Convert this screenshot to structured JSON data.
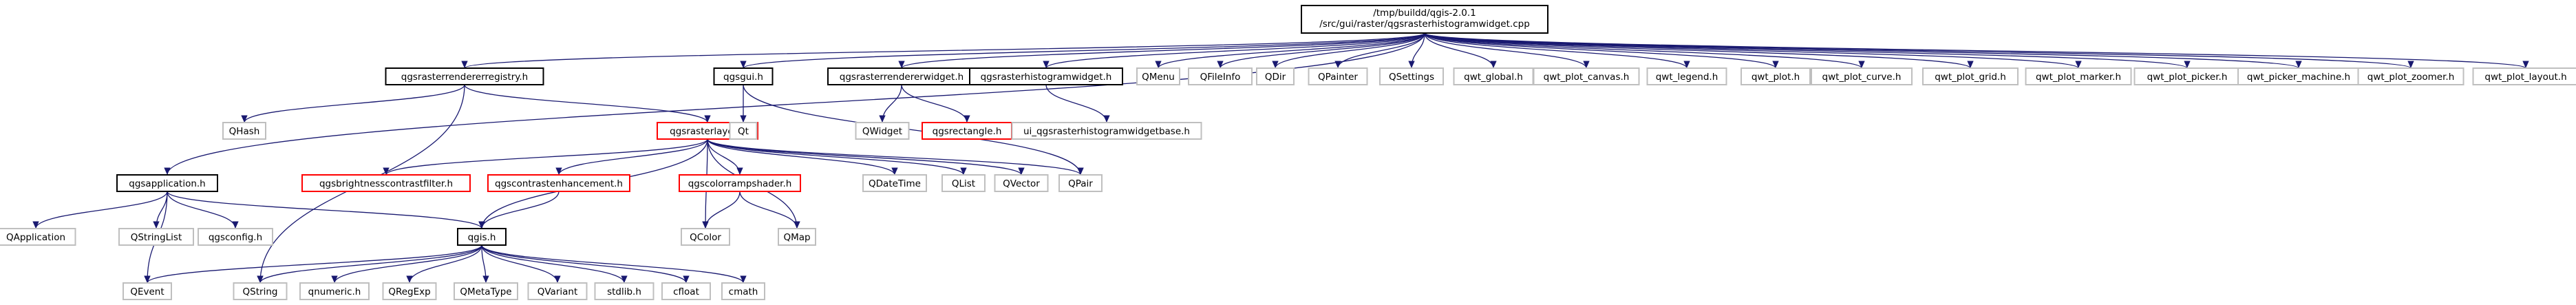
{
  "graph": {
    "root": {
      "lines": [
        "/tmp/buildd/qgis-2.0.1",
        "/src/gui/raster/qgsrasterhistogramwidget.cpp"
      ]
    },
    "colors": {
      "documented_border": "#000000",
      "undocumented_border": "#bfbfbf",
      "missing_border": "#ff0000",
      "root_fill": "#bfbfbf",
      "edge": "#191970"
    },
    "nodes": [
      {
        "id": "qgsrasterrendererregistry",
        "label": "qgsrasterrendererregistry.h",
        "kind": "documented"
      },
      {
        "id": "qgsgui",
        "label": "qgsgui.h",
        "kind": "documented"
      },
      {
        "id": "qgsrasterrendererwidget",
        "label": "qgsrasterrendererwidget.h",
        "kind": "documented"
      },
      {
        "id": "qgsrasterhistogramwidget",
        "label": "qgsrasterhistogramwidget.h",
        "kind": "documented"
      },
      {
        "id": "QMenu",
        "label": "QMenu",
        "kind": "undocumented"
      },
      {
        "id": "QFileInfo",
        "label": "QFileInfo",
        "kind": "undocumented"
      },
      {
        "id": "QDir",
        "label": "QDir",
        "kind": "undocumented"
      },
      {
        "id": "QPainter",
        "label": "QPainter",
        "kind": "undocumented"
      },
      {
        "id": "QSettings",
        "label": "QSettings",
        "kind": "undocumented"
      },
      {
        "id": "qwt_global",
        "label": "qwt_global.h",
        "kind": "undocumented"
      },
      {
        "id": "qwt_plot_canvas",
        "label": "qwt_plot_canvas.h",
        "kind": "undocumented"
      },
      {
        "id": "qwt_legend",
        "label": "qwt_legend.h",
        "kind": "undocumented"
      },
      {
        "id": "qwt_plot",
        "label": "qwt_plot.h",
        "kind": "undocumented"
      },
      {
        "id": "qwt_plot_curve",
        "label": "qwt_plot_curve.h",
        "kind": "undocumented"
      },
      {
        "id": "qwt_plot_grid",
        "label": "qwt_plot_grid.h",
        "kind": "undocumented"
      },
      {
        "id": "qwt_plot_marker",
        "label": "qwt_plot_marker.h",
        "kind": "undocumented"
      },
      {
        "id": "qwt_plot_picker",
        "label": "qwt_plot_picker.h",
        "kind": "undocumented"
      },
      {
        "id": "qwt_picker_machine",
        "label": "qwt_picker_machine.h",
        "kind": "undocumented"
      },
      {
        "id": "qwt_plot_zoomer",
        "label": "qwt_plot_zoomer.h",
        "kind": "undocumented"
      },
      {
        "id": "qwt_plot_layout",
        "label": "qwt_plot_layout.h",
        "kind": "undocumented"
      },
      {
        "id": "QHash",
        "label": "QHash",
        "kind": "undocumented"
      },
      {
        "id": "qgsrasterlayer",
        "label": "qgsrasterlayer.h",
        "kind": "missing"
      },
      {
        "id": "Qt",
        "label": "Qt",
        "kind": "undocumented"
      },
      {
        "id": "QWidget",
        "label": "QWidget",
        "kind": "undocumented"
      },
      {
        "id": "qgsrectangle",
        "label": "qgsrectangle.h",
        "kind": "missing"
      },
      {
        "id": "ui_qgsrasterhistogramwidgetbase",
        "label": "ui_qgsrasterhistogramwidgetbase.h",
        "kind": "undocumented"
      },
      {
        "id": "qgsapplication",
        "label": "qgsapplication.h",
        "kind": "documented"
      },
      {
        "id": "qgsbrightnesscontrastfilter",
        "label": "qgsbrightnesscontrastfilter.h",
        "kind": "missing"
      },
      {
        "id": "qgscontrastenhancement",
        "label": "qgscontrastenhancement.h",
        "kind": "missing"
      },
      {
        "id": "qgscolorrampshader",
        "label": "qgscolorrampshader.h",
        "kind": "missing"
      },
      {
        "id": "QDateTime",
        "label": "QDateTime",
        "kind": "undocumented"
      },
      {
        "id": "QList",
        "label": "QList",
        "kind": "undocumented"
      },
      {
        "id": "QVector",
        "label": "QVector",
        "kind": "undocumented"
      },
      {
        "id": "QPair",
        "label": "QPair",
        "kind": "undocumented"
      },
      {
        "id": "QApplication",
        "label": "QApplication",
        "kind": "undocumented"
      },
      {
        "id": "QStringList",
        "label": "QStringList",
        "kind": "undocumented"
      },
      {
        "id": "qgsconfig",
        "label": "qgsconfig.h",
        "kind": "undocumented"
      },
      {
        "id": "QColor",
        "label": "QColor",
        "kind": "undocumented"
      },
      {
        "id": "QMap",
        "label": "QMap",
        "kind": "undocumented"
      },
      {
        "id": "qgis",
        "label": "qgis.h",
        "kind": "documented"
      },
      {
        "id": "QEvent",
        "label": "QEvent",
        "kind": "undocumented"
      },
      {
        "id": "QString",
        "label": "QString",
        "kind": "undocumented"
      },
      {
        "id": "qnumeric",
        "label": "qnumeric.h",
        "kind": "undocumented"
      },
      {
        "id": "QRegExp",
        "label": "QRegExp",
        "kind": "undocumented"
      },
      {
        "id": "QMetaType",
        "label": "QMetaType",
        "kind": "undocumented"
      },
      {
        "id": "QVariant",
        "label": "QVariant",
        "kind": "undocumented"
      },
      {
        "id": "stdlib",
        "label": "stdlib.h",
        "kind": "undocumented"
      },
      {
        "id": "cfloat",
        "label": "cfloat",
        "kind": "undocumented"
      },
      {
        "id": "cmath",
        "label": "cmath",
        "kind": "undocumented"
      }
    ],
    "edges": [
      [
        "root",
        "qgsrasterrendererregistry"
      ],
      [
        "root",
        "qgsgui"
      ],
      [
        "root",
        "qgsrasterrendererwidget"
      ],
      [
        "root",
        "qgsrasterhistogramwidget"
      ],
      [
        "root",
        "QMenu"
      ],
      [
        "root",
        "QFileInfo"
      ],
      [
        "root",
        "QDir"
      ],
      [
        "root",
        "QPainter"
      ],
      [
        "root",
        "QSettings"
      ],
      [
        "root",
        "qwt_global"
      ],
      [
        "root",
        "qwt_plot_canvas"
      ],
      [
        "root",
        "qwt_legend"
      ],
      [
        "root",
        "qwt_plot"
      ],
      [
        "root",
        "qwt_plot_curve"
      ],
      [
        "root",
        "qwt_plot_grid"
      ],
      [
        "root",
        "qwt_plot_marker"
      ],
      [
        "root",
        "qwt_plot_picker"
      ],
      [
        "root",
        "qwt_picker_machine"
      ],
      [
        "root",
        "qwt_plot_zoomer"
      ],
      [
        "root",
        "qwt_plot_layout"
      ],
      [
        "root",
        "qgsapplication"
      ],
      [
        "qgsrasterrendererregistry",
        "QHash"
      ],
      [
        "qgsrasterrendererregistry",
        "qgsrasterlayer"
      ],
      [
        "qgsrasterrendererregistry",
        "QString"
      ],
      [
        "qgsgui",
        "Qt"
      ],
      [
        "qgsgui",
        "QPair"
      ],
      [
        "qgsrasterrendererwidget",
        "QWidget"
      ],
      [
        "qgsrasterrendererwidget",
        "qgsrectangle"
      ],
      [
        "qgsrasterhistogramwidget",
        "ui_qgsrasterhistogramwidgetbase"
      ],
      [
        "qgsrasterlayer",
        "qgsbrightnesscontrastfilter"
      ],
      [
        "qgsrasterlayer",
        "qgscontrastenhancement"
      ],
      [
        "qgsrasterlayer",
        "qgscolorrampshader"
      ],
      [
        "qgsrasterlayer",
        "QDateTime"
      ],
      [
        "qgsrasterlayer",
        "QList"
      ],
      [
        "qgsrasterlayer",
        "QVector"
      ],
      [
        "qgsrasterlayer",
        "QPair"
      ],
      [
        "qgsrasterlayer",
        "QColor"
      ],
      [
        "qgsrasterlayer",
        "QMap"
      ],
      [
        "qgsrasterlayer",
        "qgis"
      ],
      [
        "qgsapplication",
        "QApplication"
      ],
      [
        "qgsapplication",
        "QStringList"
      ],
      [
        "qgsapplication",
        "qgsconfig"
      ],
      [
        "qgsapplication",
        "QEvent"
      ],
      [
        "qgsapplication",
        "qgis"
      ],
      [
        "qgscontrastenhancement",
        "qgis"
      ],
      [
        "qgscolorrampshader",
        "QColor"
      ],
      [
        "qgscolorrampshader",
        "QMap"
      ],
      [
        "qgis",
        "QEvent"
      ],
      [
        "qgis",
        "QString"
      ],
      [
        "qgis",
        "qnumeric"
      ],
      [
        "qgis",
        "QRegExp"
      ],
      [
        "qgis",
        "QMetaType"
      ],
      [
        "qgis",
        "QVariant"
      ],
      [
        "qgis",
        "stdlib"
      ],
      [
        "qgis",
        "cfloat"
      ],
      [
        "qgis",
        "cmath"
      ]
    ]
  }
}
